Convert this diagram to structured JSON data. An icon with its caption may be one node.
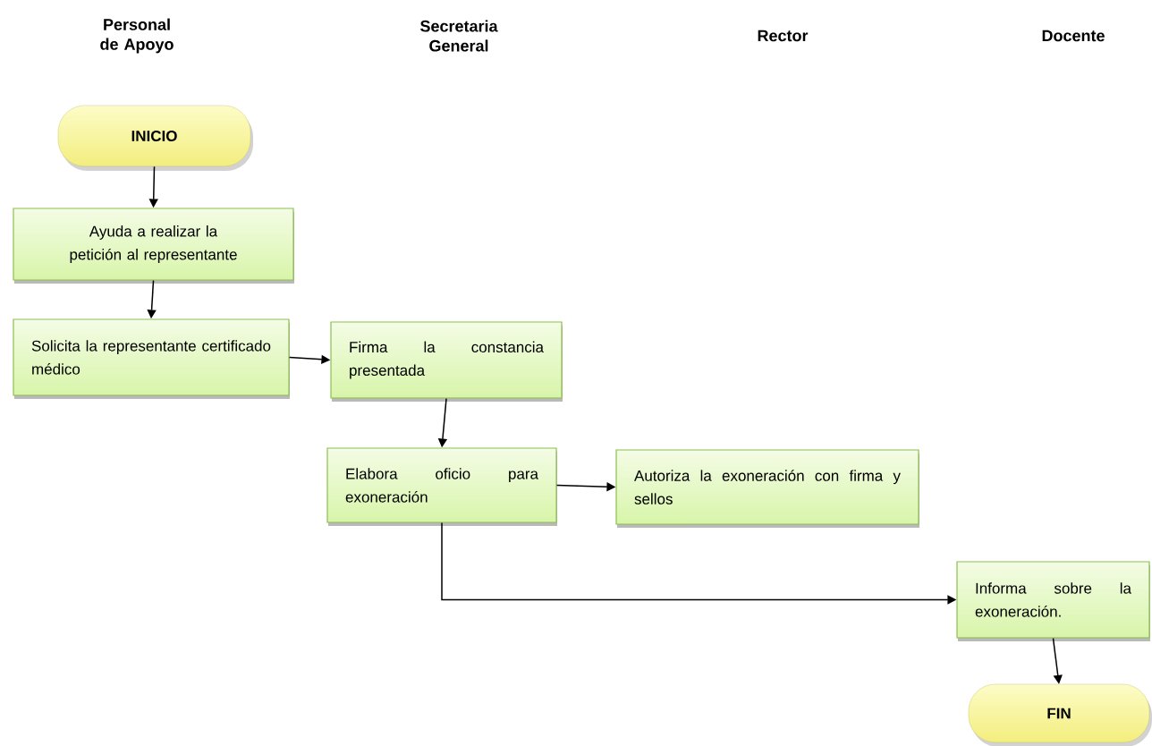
{
  "diagram": {
    "nodes": [
      {
        "text": [
          "INICIO"
        ]
      },
      {
        "text": [
          "Ayuda a realizar la petición al representante"
        ]
      },
      {
        "text": [
          "Solicita la representante certificado médico"
        ]
      },
      {
        "text": [
          "Firma la constancia presentada"
        ]
      },
      {
        "text": [
          "Elabora oficio para exoneración"
        ]
      },
      {
        "text": [
          "Autoriza la exoneración con firma y sellos"
        ]
      },
      {
        "text": [
          "Informa sobre la exoneración."
        ]
      },
      {
        "text": [
          "FIN"
        ]
      }
    ],
    "edges": [
      {
        "from": 0,
        "to": 1,
        "arrow": "to"
      },
      {
        "from": 1,
        "to": 2,
        "arrow": "to"
      },
      {
        "from": 2,
        "to": 3,
        "arrow": "to"
      },
      {
        "from": 3,
        "to": 4,
        "arrow": "to"
      },
      {
        "from": 4,
        "to": 5,
        "arrow": "to"
      },
      {
        "from": 4,
        "to": 6,
        "arrow": "to"
      },
      {
        "from": 6,
        "to": 7,
        "arrow": "to"
      }
    ],
    "labels": [
      "Personal de Apoyo",
      "Secretaria General",
      "Rector",
      "Docente"
    ]
  }
}
